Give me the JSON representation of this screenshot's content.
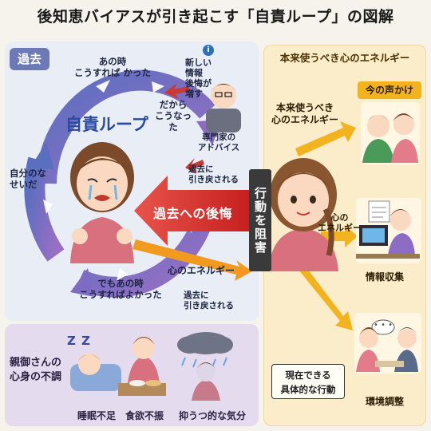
{
  "title": "後知恵バイアスが引き起こす「自責ループ」の図解",
  "left": {
    "past_label": "過去",
    "loop_title": "自責ループ",
    "phrase_top": "あの時\nこうすれば かった",
    "phrase_right": "だから\nこうなっ\nた",
    "phrase_left": "自分のな\nせいだ",
    "phrase_bottom": "でもあの時\nこうすればよかった",
    "pulled_back_1": "過去に\n引き戻される",
    "pulled_back_2": "過去に\n引き戻される",
    "regret": "過去への後悔",
    "energy": "心のエネルギー",
    "info": "新しい\n情報\n後悔が\n増す",
    "info_icon": "i",
    "expert": "専門家の\nアドバイス"
  },
  "block": "行動を阻害",
  "bottom": {
    "concern": "親御さんの\n心身の不調",
    "zzz": "Z Z",
    "items": [
      {
        "label": "睡眠不足"
      },
      {
        "label": "食欲不振"
      },
      {
        "label": "抑うつ的な気分"
      }
    ]
  },
  "right": {
    "title": "本来使うべき心のエネルギー",
    "energy_text": "本来使うべき\n心のエネルギー",
    "voice_label": "今の声かけ",
    "energy_small": "心の\nエネルギー",
    "info_collect": "情報収集",
    "now_action": "現在できる\n具体的な行動",
    "env_adjust": "環境調整",
    "speech": "• • •"
  },
  "colors": {
    "loop_blue": "#5b6fc0",
    "loop_purple": "#8b6cc2",
    "regret_red": "#d9302b",
    "energy_orange": "#f29a1f",
    "panel_yellow": "#fbedc9"
  }
}
